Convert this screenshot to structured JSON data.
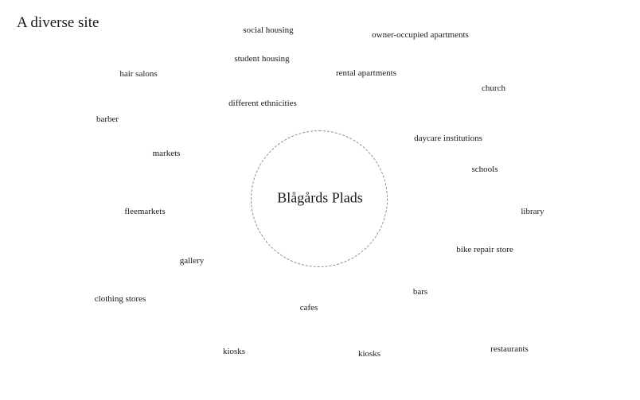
{
  "title": "A diverse site",
  "center": {
    "label": "Blågårds Plads"
  },
  "terms": [
    "social housing",
    "owner-occupied apartments",
    "student housing",
    "hair salons",
    "rental apartments",
    "church",
    "different ethnicities",
    "barber",
    "daycare institutions",
    "markets",
    "schools",
    "fleemarkets",
    "library",
    "bike repair store",
    "gallery",
    "bars",
    "clothing stores",
    "cafes",
    "restaurants",
    "kiosks",
    "kiosks"
  ]
}
